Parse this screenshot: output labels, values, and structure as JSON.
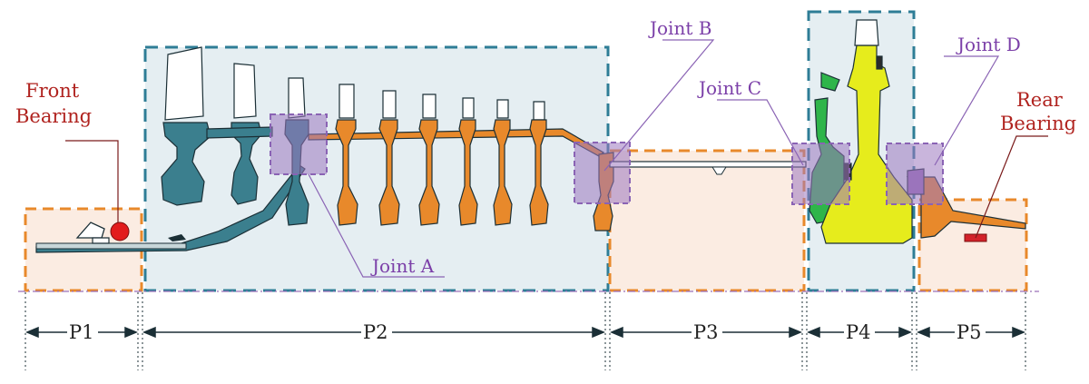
{
  "labels": {
    "front_bearing_line1": "Front",
    "front_bearing_line2": "Bearing",
    "rear_bearing_line1": "Rear",
    "rear_bearing_line2": "Bearing",
    "joint_a": "Joint A",
    "joint_b": "Joint B",
    "joint_c": "Joint C",
    "joint_d": "Joint D"
  },
  "sections": [
    "P1",
    "P2",
    "P3",
    "P4",
    "P5"
  ],
  "colors": {
    "compressor_blue": "#3b7f8e",
    "orange_disk": "#e8892b",
    "green_disk": "#2fb54a",
    "yellow_turbine": "#e6ec1c",
    "joint_purple": "#9d79c0",
    "blue_box_border": "#2e7d96",
    "orange_box_border": "#e8892b",
    "red_label": "#b0231f",
    "purple_label": "#7b3fa8"
  }
}
